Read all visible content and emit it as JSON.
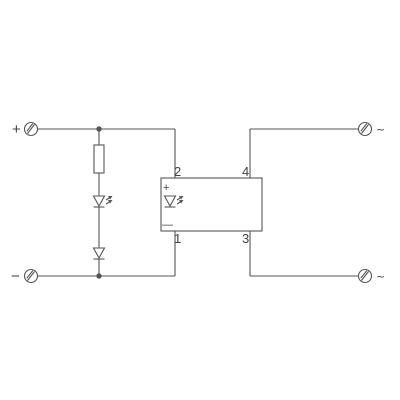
{
  "diagram": {
    "input_terminals": {
      "positive_label": "+",
      "negative_label": "−"
    },
    "output_terminals": {
      "top_label": "~",
      "bottom_label": "~"
    },
    "relay_pins": {
      "pin2": "2",
      "pin1": "1",
      "pin4": "4",
      "pin3": "3",
      "plus_mark": "+",
      "minus_mark": "—"
    },
    "colors": {
      "line": "#555555",
      "background": "#ffffff"
    },
    "icons": [
      "screw-terminal-icon",
      "resistor-icon",
      "led-icon",
      "diode-icon",
      "optocoupler-led-icon",
      "junction-dot-icon"
    ]
  }
}
